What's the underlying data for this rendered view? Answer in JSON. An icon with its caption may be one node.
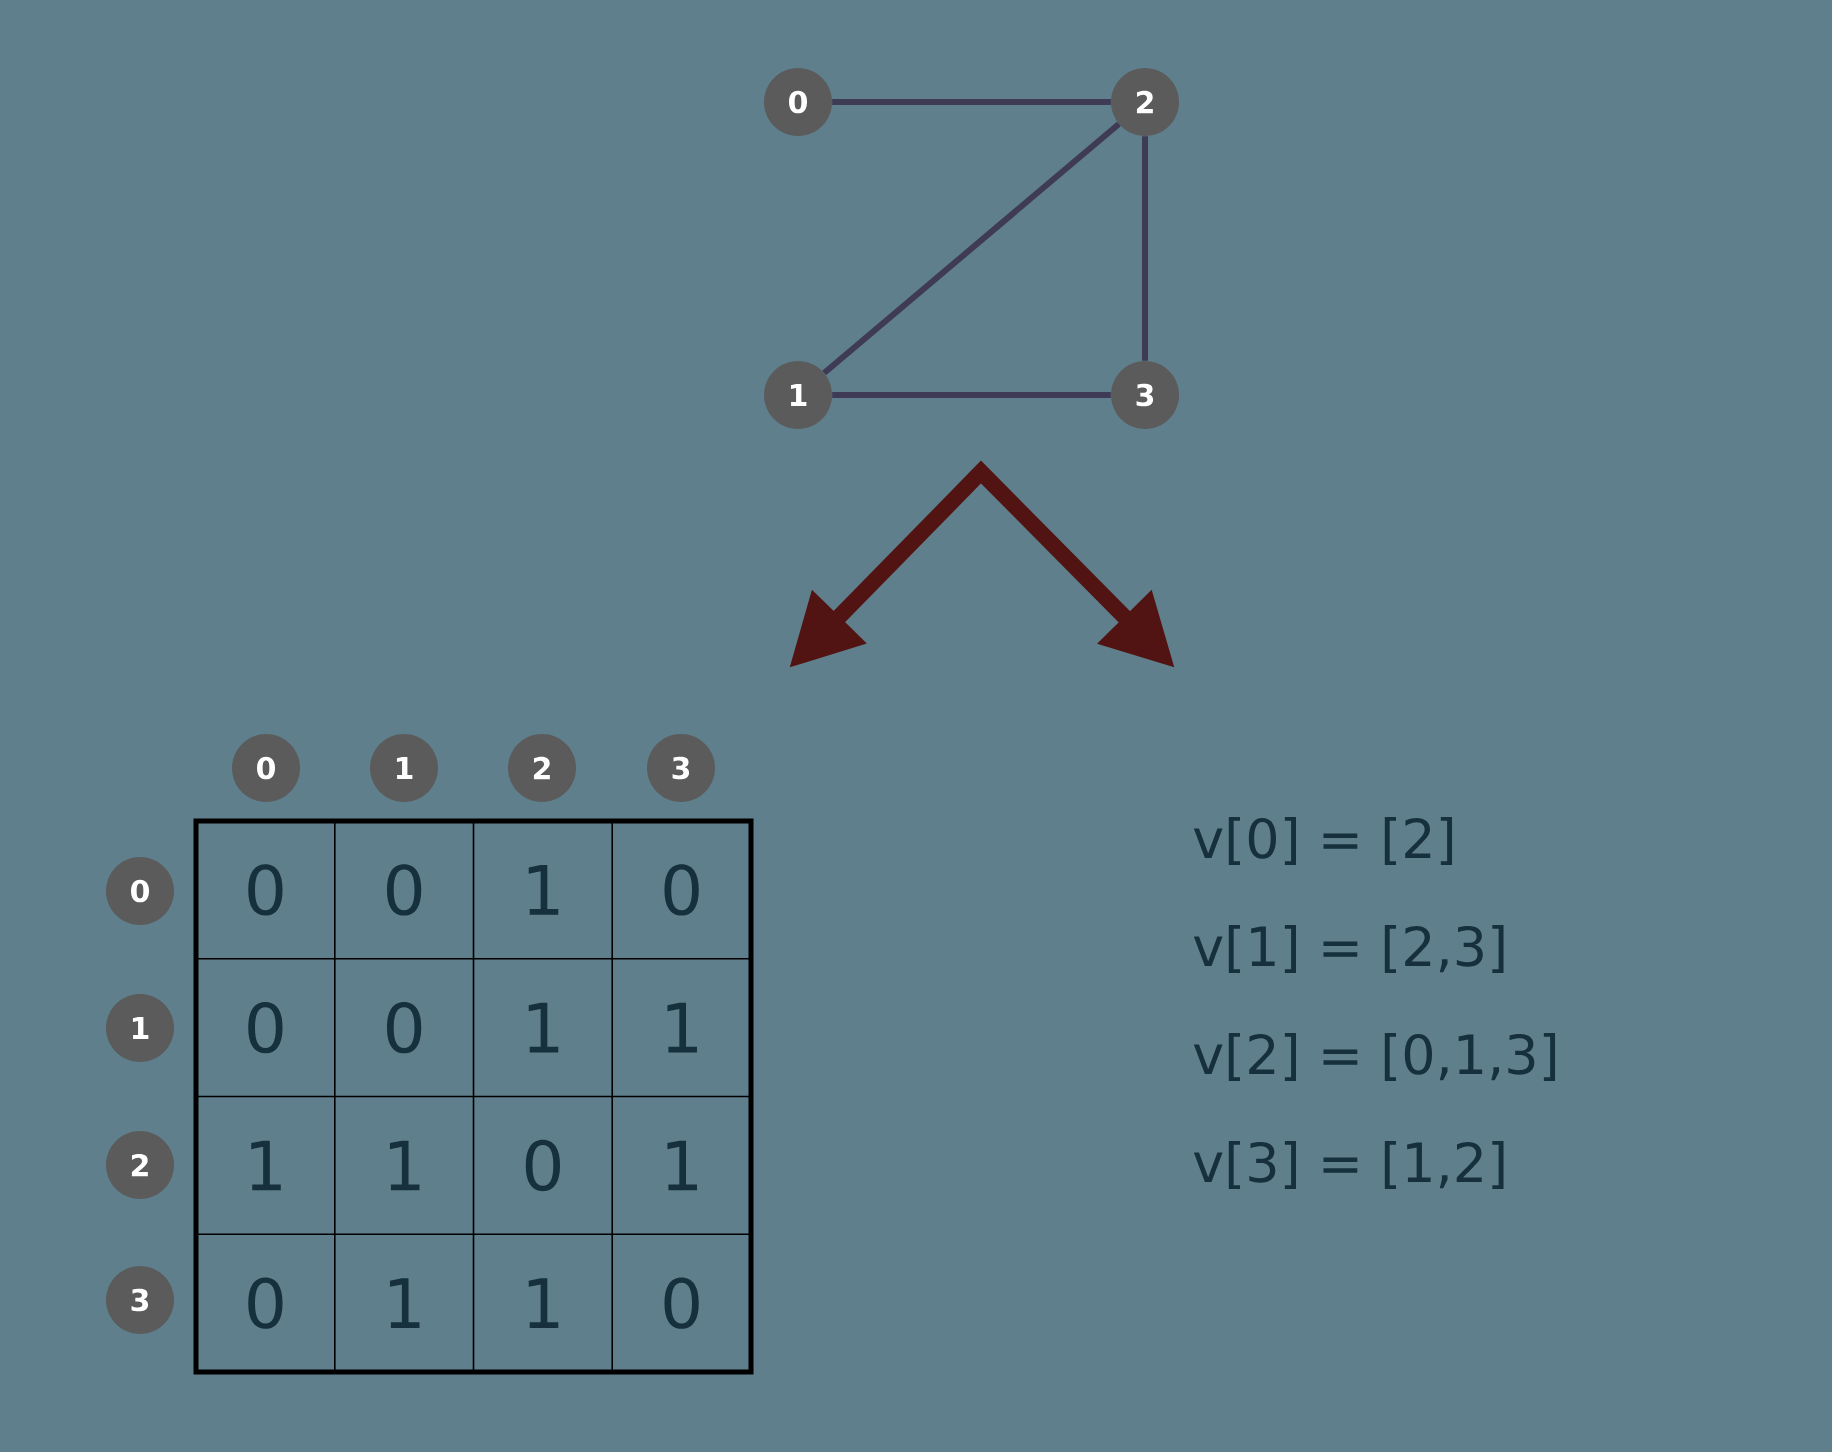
{
  "diagram": {
    "nodes": [
      {
        "text": [
          "0"
        ]
      },
      {
        "text": [
          "1"
        ]
      },
      {
        "text": [
          "2"
        ]
      },
      {
        "text": [
          "3"
        ]
      },
      {
        "text": [
          "0"
        ]
      },
      {
        "text": [
          "1"
        ]
      },
      {
        "text": [
          "2"
        ]
      },
      {
        "text": [
          "3"
        ]
      },
      {
        "text": [
          "0"
        ]
      },
      {
        "text": [
          "1"
        ]
      },
      {
        "text": [
          "2"
        ]
      },
      {
        "text": [
          "3"
        ]
      }
    ],
    "edges": [
      {
        "from": 0,
        "to": 2,
        "arrow": "none"
      },
      {
        "from": 2,
        "to": 1,
        "arrow": "none"
      },
      {
        "from": 2,
        "to": 3,
        "arrow": "none"
      },
      {
        "from": 1,
        "to": 3,
        "arrow": "none"
      }
    ],
    "labels": [
      "0",
      "0",
      "1",
      "0",
      "0",
      "0",
      "1",
      "1",
      "1",
      "1",
      "0",
      "1",
      "0",
      "1",
      "1",
      "0",
      "v[0] = [2]",
      "v[1] = [2,3]",
      "v[2] = [0,1,3]",
      "v[3] = [1,2]"
    ]
  }
}
